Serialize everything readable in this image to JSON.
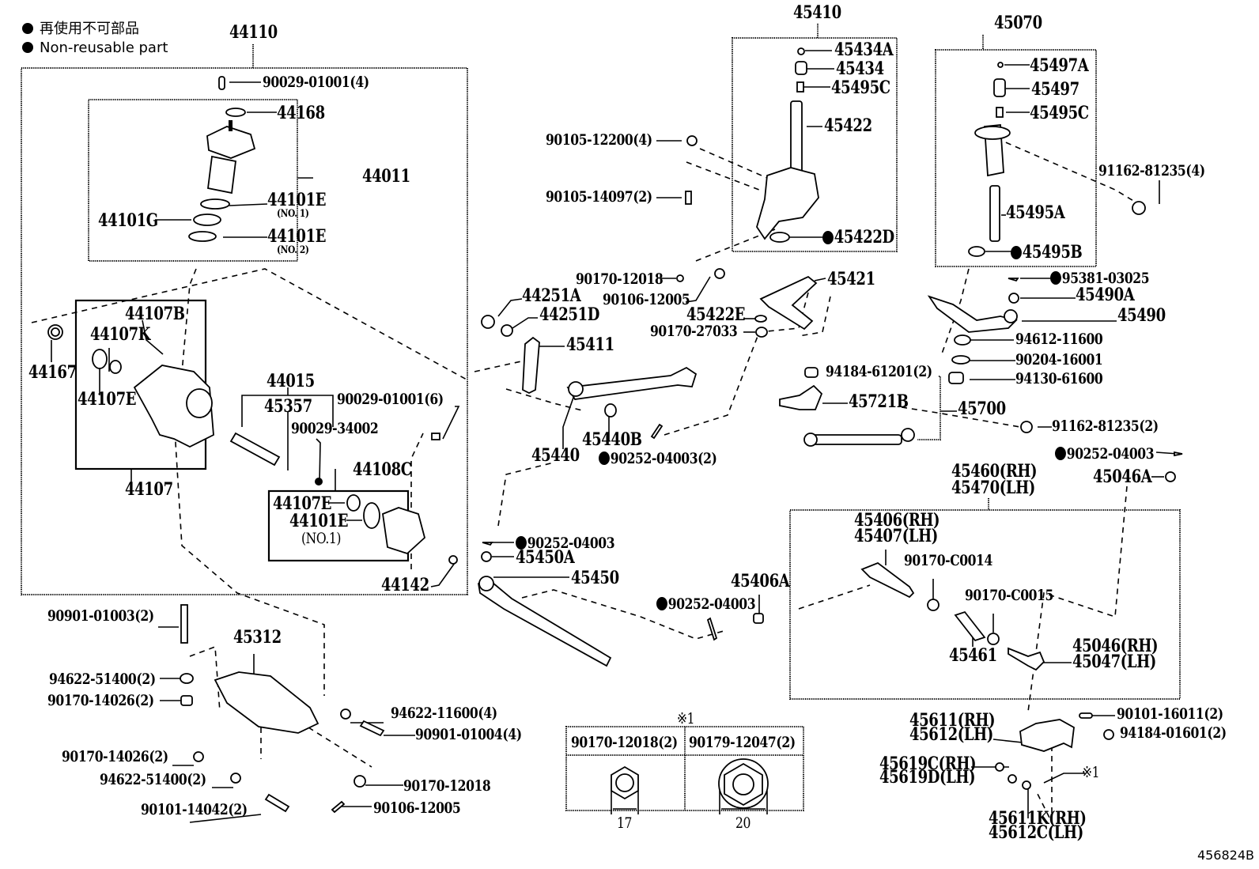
{
  "legend": {
    "japanese": "再使用不可部品",
    "english": "Non-reusable part"
  },
  "figure_id": "456824B",
  "groups": {
    "steering_gear_assy": "44110",
    "valve_housing_assy": "44011",
    "gear_housing_subassy": "44107",
    "pinion_subassy": "44015",
    "cover_subassy": "44108C",
    "relay_rod_bracket_assy": "45410",
    "idler_arm_bracket_assy": "45070",
    "tie_rod_assy": "45460(RH)",
    "tie_rod_assy_lh": "45470(LH)"
  },
  "labels": {
    "l_90029_01001_4": "90029-01001(4)",
    "l_44168": "44168",
    "l_44101E_1": "44101E",
    "l_no1": "(NO. 1)",
    "l_44101G": "44101G",
    "l_44101E_2": "44101E",
    "l_no2": "(NO. 2)",
    "l_44107B": "44107B",
    "l_44107K": "44107K",
    "l_44167": "44167",
    "l_44107E_a": "44107E",
    "l_45357": "45357",
    "l_90029_01001_6": "90029-01001(6)",
    "l_90029_34002": "90029-34002",
    "l_44107E_b": "44107E",
    "l_44101E_c": "44101E",
    "l_no1_c": "(NO.1)",
    "l_44142": "44142",
    "l_90901_01003": "90901-01003(2)",
    "l_45312": "45312",
    "l_94622_51400_a": "94622-51400(2)",
    "l_90170_14026_a": "90170-14026(2)",
    "l_94622_11600": "94622-11600(4)",
    "l_90901_01004": "90901-01004(4)",
    "l_90170_14026_b": "90170-14026(2)",
    "l_94622_51400_b": "94622-51400(2)",
    "l_90170_12018_b": "90170-12018",
    "l_90101_14042": "90101-14042(2)",
    "l_90106_12005_b": "90106-12005",
    "l_45434A": "45434A",
    "l_45434": "45434",
    "l_45495C_a": "45495C",
    "l_45422": "45422",
    "l_45422D": "45422D",
    "l_90105_12200": "90105-12200(4)",
    "l_90105_14097": "90105-14097(2)",
    "l_45497A": "45497A",
    "l_45497": "45497",
    "l_45495C_b": "45495C",
    "l_91162_81235_4": "91162-81235(4)",
    "l_45495A": "45495A",
    "l_45495B": "45495B",
    "l_90170_12018_a": "90170-12018",
    "l_90106_12005_a": "90106-12005",
    "l_45421": "45421",
    "l_44251A": "44251A",
    "l_44251D": "44251D",
    "l_45422E": "45422E",
    "l_90170_27033": "90170-27033",
    "l_45411": "45411",
    "l_45440B": "45440B",
    "l_45440": "45440",
    "l_90252_04003_2": "90252-04003(2)",
    "l_95381_03025": "95381-03025",
    "l_45490A": "45490A",
    "l_45490": "45490",
    "l_94612_11600": "94612-11600",
    "l_90204_16001": "90204-16001",
    "l_94130_61600": "94130-61600",
    "l_94184_61201": "94184-61201(2)",
    "l_45721B": "45721B",
    "l_45700": "45700",
    "l_91162_81235_2": "91162-81235(2)",
    "l_90252_04003_r": "90252-04003",
    "l_45046A": "45046A",
    "l_90252_04003_l": "90252-04003",
    "l_45450A": "45450A",
    "l_45450": "45450",
    "l_45406A": "45406A",
    "l_90252_04003_m": "90252-04003",
    "l_45406": "45406(RH)",
    "l_45407": "45407(LH)",
    "l_90170_C0014": "90170-C0014",
    "l_90170_C0015": "90170-C0015",
    "l_45461": "45461",
    "l_45046": "45046(RH)",
    "l_45047": "45047(LH)",
    "l_45611": "45611(RH)",
    "l_45612": "45612(LH)",
    "l_90101_16011": "90101-16011(2)",
    "l_94184_01601": "94184-01601(2)",
    "l_45619C": "45619C(RH)",
    "l_45619D": "45619D(LH)",
    "l_note1": "※1",
    "l_45611K": "45611K(RH)",
    "l_45612C": "45612C(LH)"
  },
  "note_table": {
    "marker": "※1",
    "columns": [
      {
        "part": "90170-12018(2)",
        "size": "17"
      },
      {
        "part": "90179-12047(2)",
        "size": "20"
      }
    ]
  }
}
